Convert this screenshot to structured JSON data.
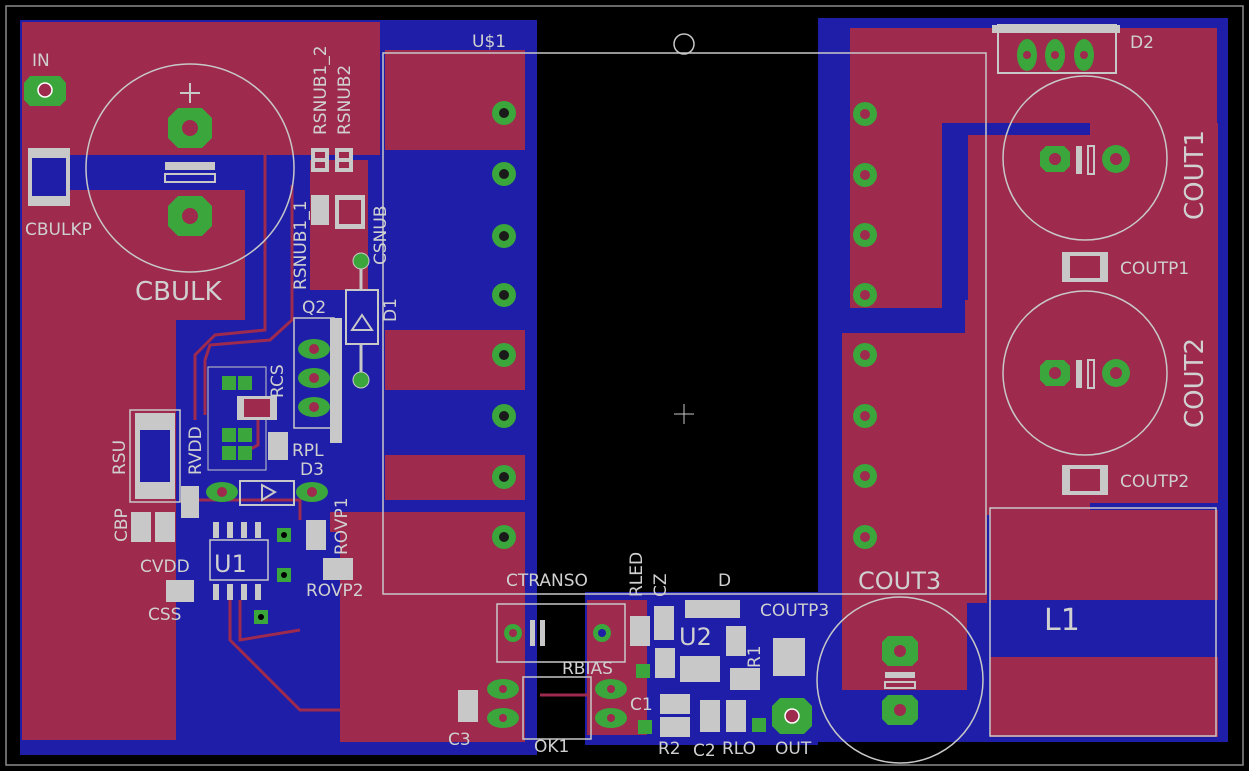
{
  "colors": {
    "background": "#000000",
    "bottom_copper": "#1e1ea8",
    "top_copper": "#9e2a4e",
    "pad": "#3ba63b",
    "silkscreen": "#d0d0d0",
    "outline": "#a0a0a0"
  },
  "labels": {
    "in": "IN",
    "cbulkp": "CBULKP",
    "cbulk": "CBULK",
    "rsnub1_2": "RSNUB1_2",
    "rsnub2": "RSNUB2",
    "rsnub1_1": "RSNUB1_1",
    "csnub": "CSNUB",
    "d1": "D1",
    "q2": "Q2",
    "rcs": "RCS",
    "rpl": "RPL",
    "d3": "D3",
    "rovp1": "ROVP1",
    "rovp2": "ROVP2",
    "rsu": "RSU",
    "rvdd": "RVDD",
    "cbp": "CBP",
    "cvdd": "CVDD",
    "u1": "U1",
    "css": "CSS",
    "u1_transformer": "U$1",
    "ctranso": "CTRANSO",
    "rled": "RLED",
    "cz": "CZ",
    "d": "D",
    "u2": "U2",
    "r1": "R1",
    "rbias": "RBIAS",
    "c1": "C1",
    "r2": "R2",
    "c2": "C2",
    "rlo": "RLO",
    "out": "OUT",
    "ok1": "OK1",
    "c3": "C3",
    "coutp3": "COUTP3",
    "cout3": "COUT3",
    "d2": "D2",
    "cout1": "COUT1",
    "cout2": "COUT2",
    "coutp1": "COUTP1",
    "coutp2": "COUTP2",
    "l1": "L1"
  }
}
